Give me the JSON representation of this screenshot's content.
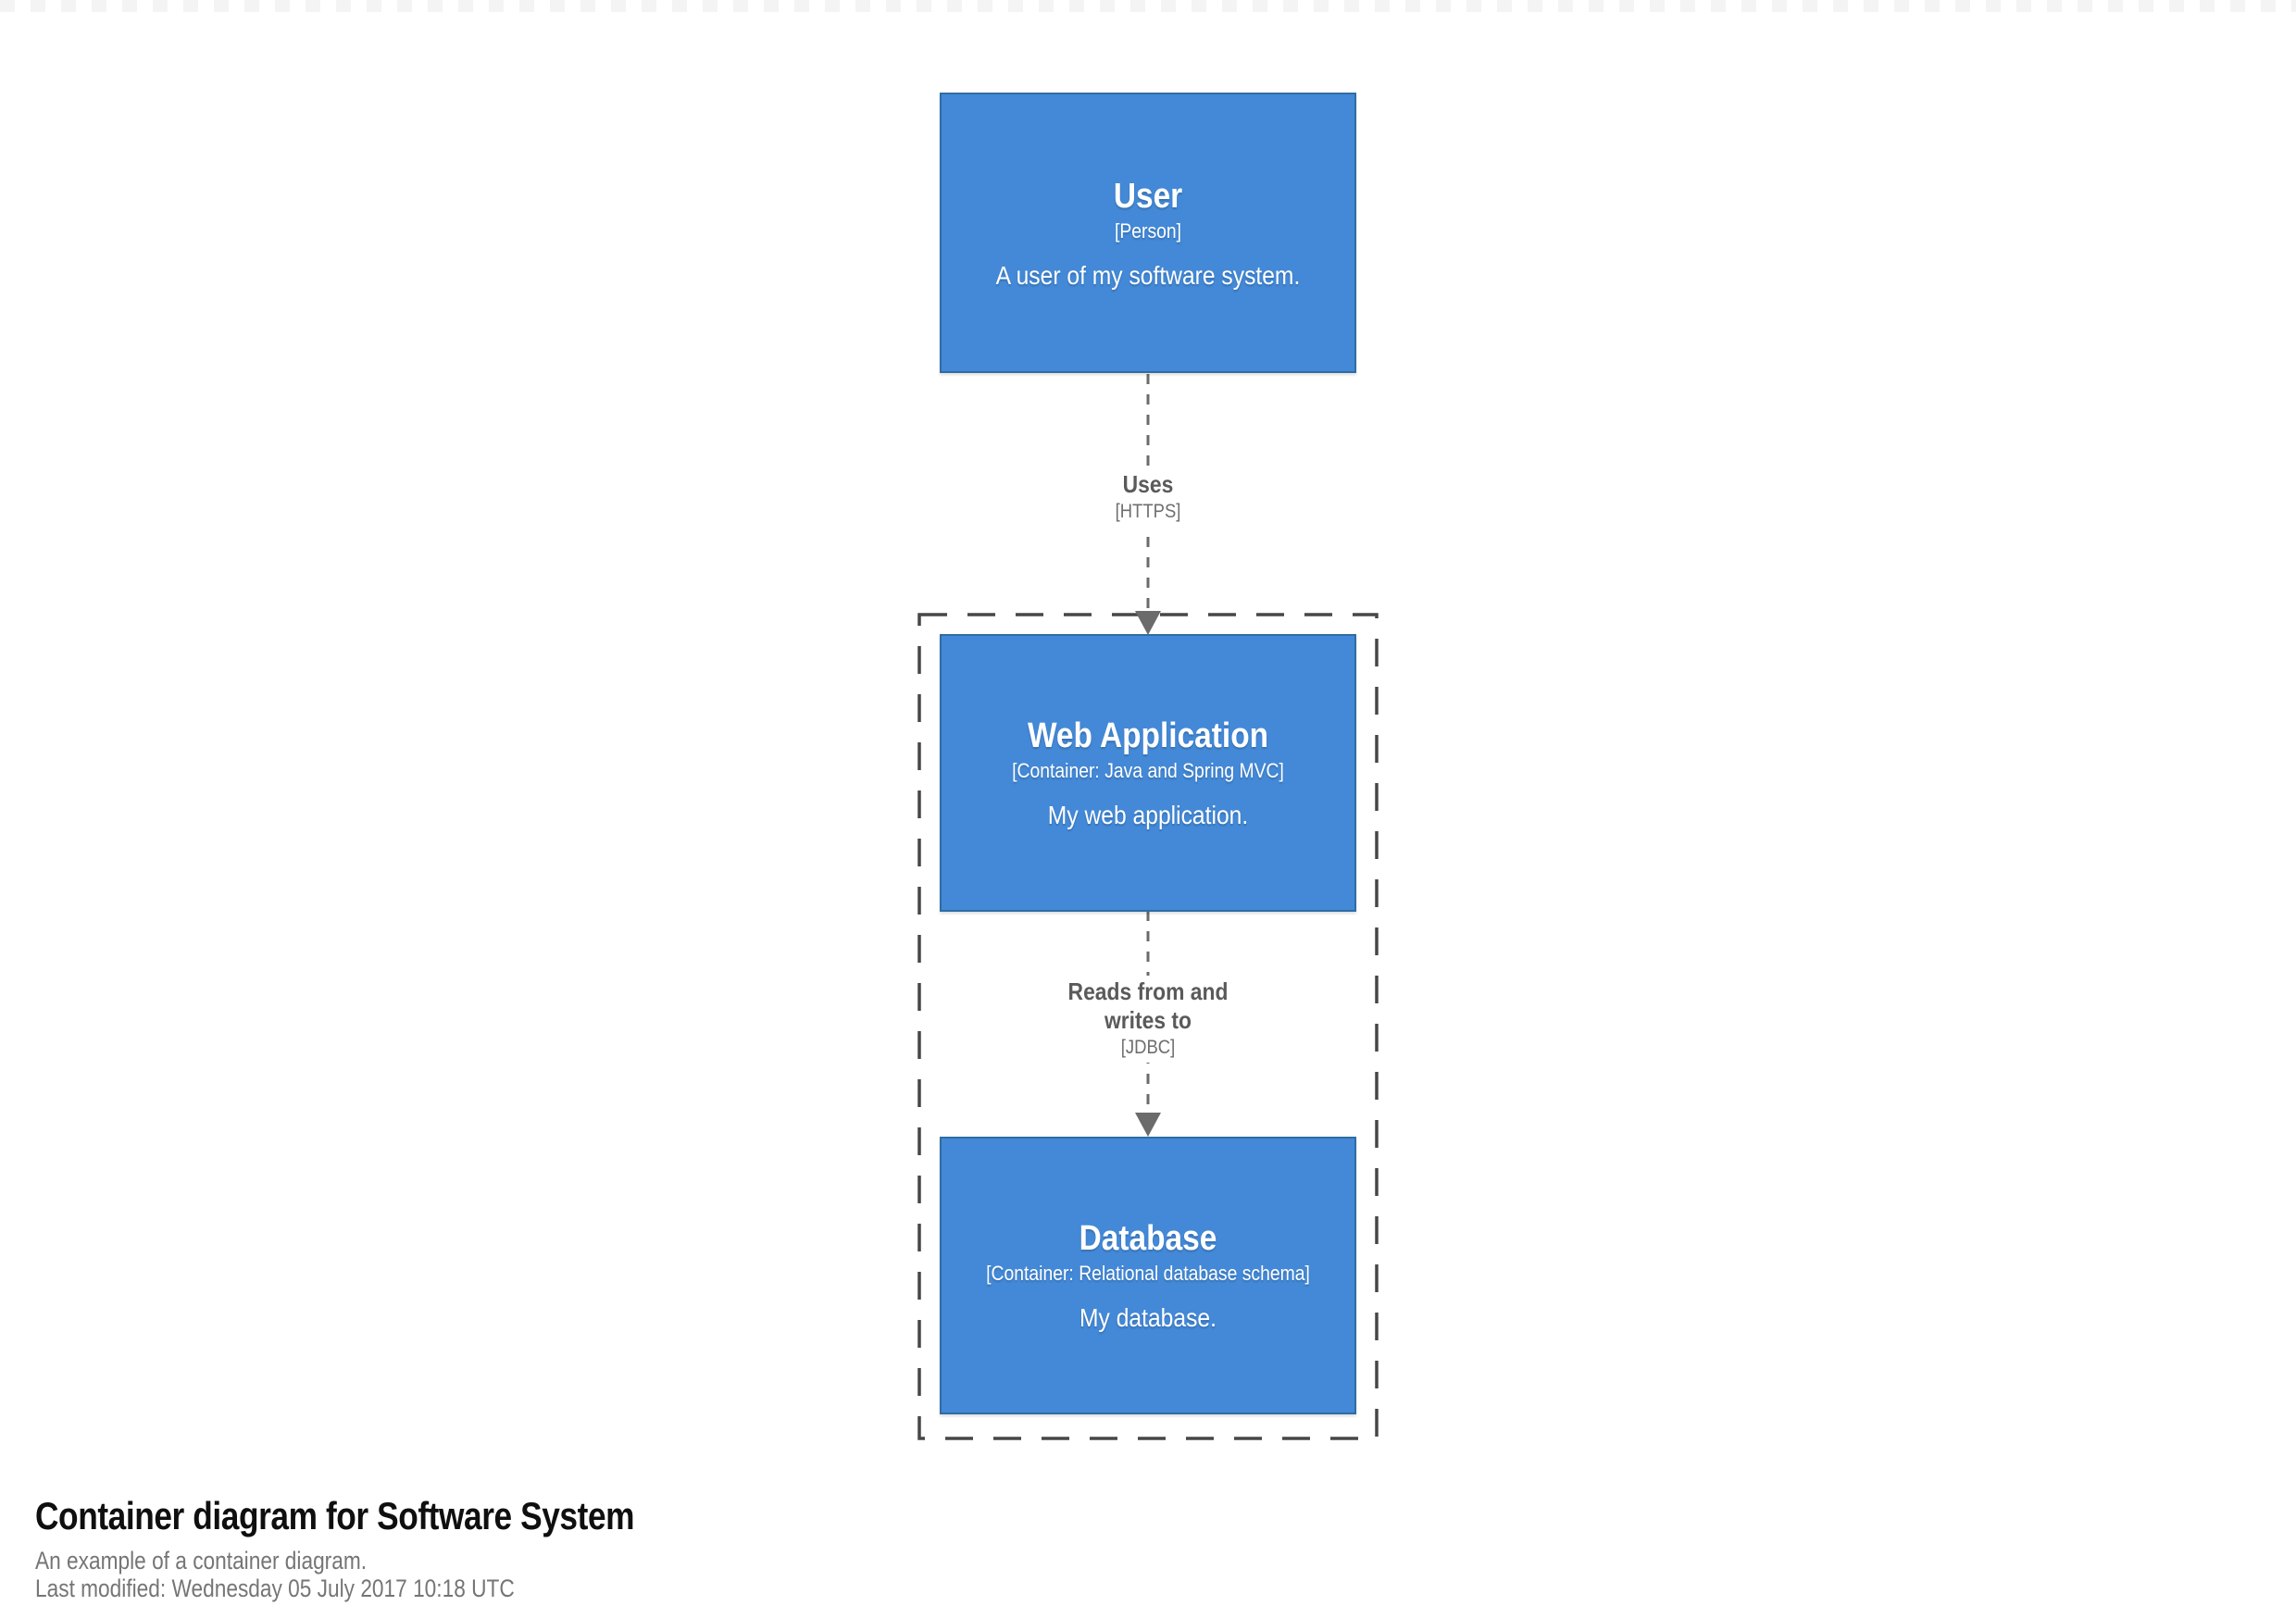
{
  "elements": [
    {
      "name": "User",
      "meta": "[Person]",
      "description": "A user of my software system."
    },
    {
      "name": "Web Application",
      "meta": "[Container: Java and Spring MVC]",
      "description": "My web application."
    },
    {
      "name": "Database",
      "meta": "[Container: Relational database schema]",
      "description": "My database."
    }
  ],
  "relationships": [
    {
      "label": "Uses",
      "technology": "[HTTPS]"
    },
    {
      "label_lines": [
        "Reads from and",
        "writes to"
      ],
      "technology": "[JDBC]"
    }
  ],
  "footer": {
    "title": "Container diagram for Software System",
    "description": "An example of a container diagram.",
    "last_modified": "Last modified: Wednesday 05 July 2017 10:18 UTC"
  },
  "colors": {
    "element_fill": "#4389d7",
    "element_border": "#2e6da4",
    "element_text": "#ffffff",
    "relationship_line": "#6b6b6b",
    "relationship_text": "#5a5a5a",
    "relationship_tech_text": "#6e6e6e",
    "boundary_border": "#474747",
    "footer_title": "#0f0f0f",
    "footer_text": "#757575",
    "page_background": "#ffffff"
  }
}
